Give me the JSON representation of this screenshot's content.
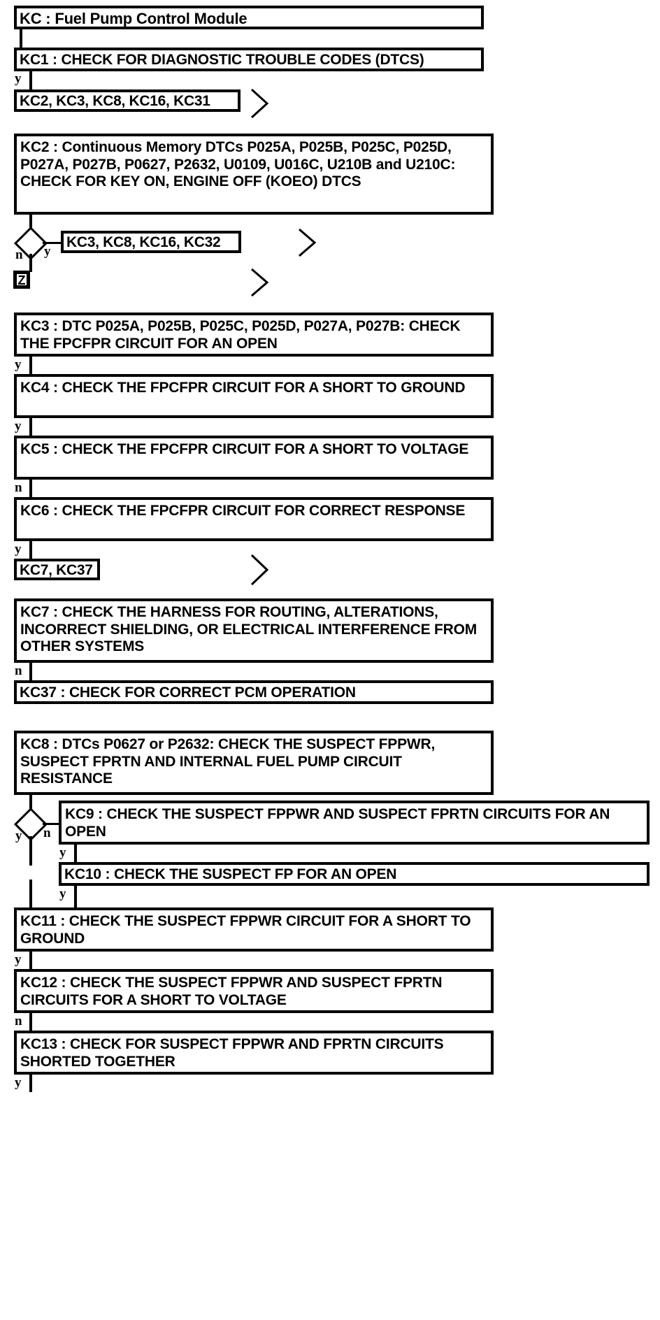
{
  "diagram": {
    "title": "KC : Fuel Pump Control Module",
    "type": "diagnostic-flowchart",
    "nodes": {
      "kc_root": "KC : Fuel Pump Control Module",
      "kc1": "KC1 : CHECK FOR DIAGNOSTIC TROUBLE CODES (DTCS)",
      "ref1": "KC2, KC3, KC8, KC16, KC31",
      "kc2": "KC2 : Continuous Memory DTCs P025A, P025B, P025C, P025D, P027A, P027B, P0627, P2632, U0109, U016C, U210B and U210C: CHECK FOR KEY ON, ENGINE OFF (KOEO) DTCS",
      "ref2": "KC3, KC8, KC16, KC32",
      "zmark": "Z",
      "kc3": "KC3 : DTC P025A, P025B, P025C, P025D, P027A, P027B: CHECK THE FPCFPR CIRCUIT FOR AN OPEN",
      "kc4": "KC4 : CHECK THE FPCFPR CIRCUIT FOR A SHORT TO GROUND",
      "kc5": "KC5 : CHECK THE FPCFPR CIRCUIT FOR A SHORT TO VOLTAGE",
      "kc6": "KC6 : CHECK THE FPCFPR CIRCUIT FOR CORRECT RESPONSE",
      "ref3": "KC7, KC37",
      "kc7": "KC7 : CHECK THE HARNESS FOR ROUTING, ALTERATIONS, INCORRECT SHIELDING, OR ELECTRICAL INTERFERENCE FROM OTHER SYSTEMS",
      "kc37": "KC37 : CHECK FOR CORRECT PCM OPERATION",
      "kc8": "KC8 : DTCs P0627 or P2632: CHECK THE SUSPECT FPPWR, SUSPECT FPRTN AND INTERNAL FUEL PUMP CIRCUIT RESISTANCE",
      "kc9": "KC9 : CHECK THE SUSPECT FPPWR AND SUSPECT FPRTN CIRCUITS FOR AN OPEN",
      "kc10": "KC10 : CHECK THE SUSPECT FP FOR AN OPEN",
      "kc11": "KC11 : CHECK THE SUSPECT FPPWR CIRCUIT FOR A SHORT TO GROUND",
      "kc12": "KC12 : CHECK THE SUSPECT FPPWR AND SUSPECT FPRTN CIRCUITS FOR A SHORT TO VOLTAGE",
      "kc13": "KC13 : CHECK FOR SUSPECT FPPWR AND FPRTN CIRCUITS SHORTED TOGETHER"
    },
    "branch_labels": {
      "kc1_y": "y",
      "kc2_diamond_n": "n",
      "kc2_diamond_y": "y",
      "kc3_y": "y",
      "kc4_y": "y",
      "kc5_n": "n",
      "kc6_y": "y",
      "kc7_n": "n",
      "kc8_diamond_y": "y",
      "kc8_diamond_n": "n",
      "kc9_y": "y",
      "kc10_y": "y",
      "kc11_y": "y",
      "kc12_n": "n",
      "kc13_y": "y"
    },
    "colors": {
      "line": "#000000",
      "background": "#ffffff",
      "text": "#000000"
    }
  }
}
